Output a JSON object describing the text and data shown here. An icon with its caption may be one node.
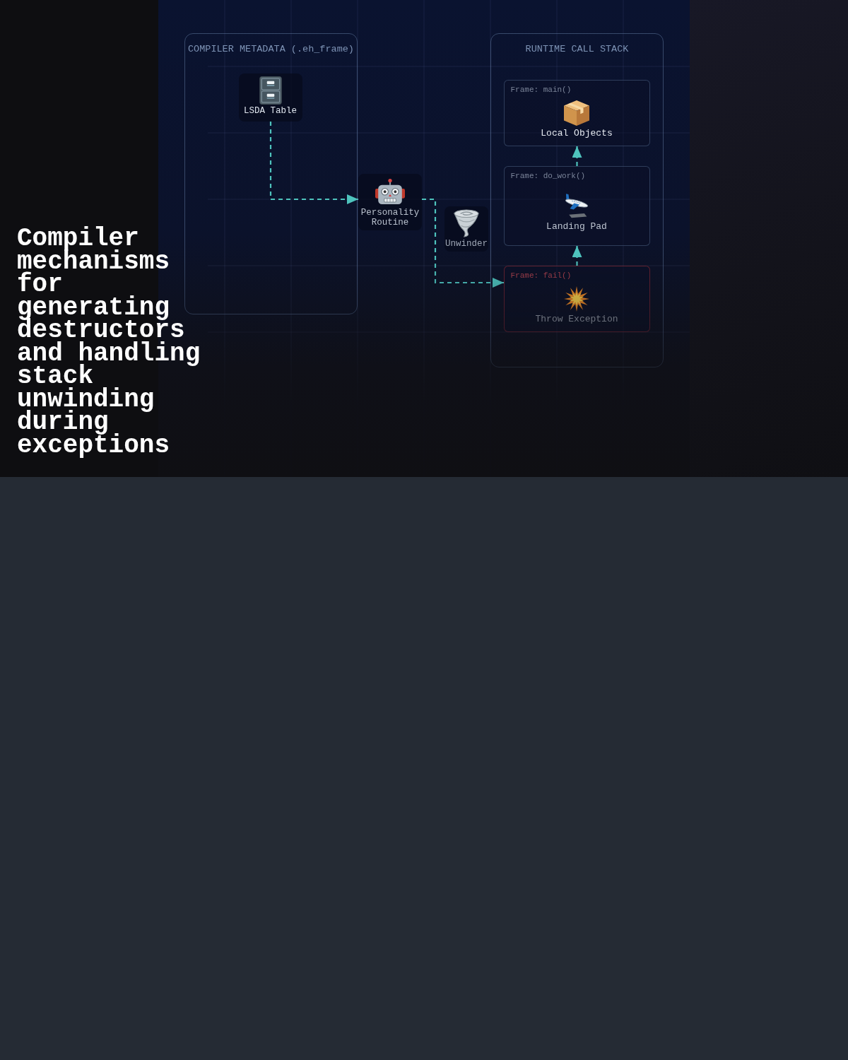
{
  "diagram": {
    "title": "Compiler mechanisms for generating destructors and handling stack unwinding during exceptions",
    "nodes": [
      {
        "text": [
          "COMPILER METADATA (.eh_frame)"
        ]
      },
      {
        "text": [
          "LSDA Table"
        ],
        "in": 0
      },
      {
        "text": [
          "Personality Routine"
        ]
      },
      {
        "text": [
          "Unwinder"
        ]
      },
      {
        "text": [
          "RUNTIME CALL STACK"
        ]
      },
      {
        "text": [
          "Frame: main()",
          "Local Objects"
        ],
        "in": 4
      },
      {
        "text": [
          "Frame: do_work()",
          "Landing Pad"
        ],
        "in": 4
      },
      {
        "text": [
          "Frame: fail()",
          "Throw Exception"
        ],
        "in": 4
      }
    ],
    "edges": [
      {
        "from": 1,
        "to": 2,
        "arrow": "to",
        "style": "dashed"
      },
      {
        "from": 2,
        "to": 7,
        "arrow": "to",
        "style": "dashed"
      },
      {
        "from": 7,
        "to": 6,
        "arrow": "to",
        "style": "dashed"
      },
      {
        "from": 6,
        "to": 5,
        "arrow": "to",
        "style": "dashed"
      }
    ]
  }
}
